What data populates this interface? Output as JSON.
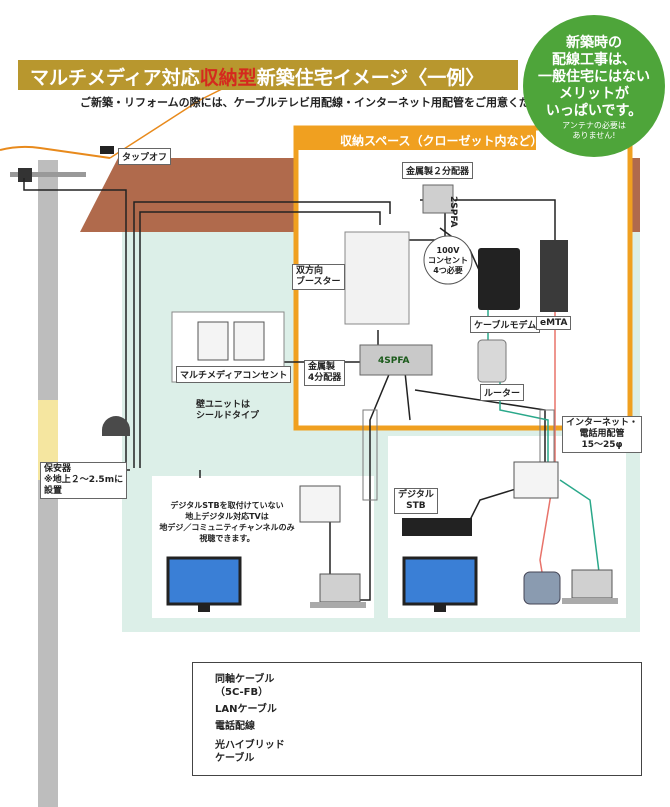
{
  "header": {
    "title_prefix": "マルチメディア対応",
    "title_highlight": "収納型",
    "title_suffix": "新築住宅イメージ〈一例〉",
    "subtitle": "ご新築・リフォームの際には、ケーブルテレビ用配線・インターネット用配管をご用意ください。"
  },
  "bubble": {
    "main": "新築時の\n配線工事は、\n一般住宅にはない\nメリットが\nいっぱいです。",
    "note": "アンテナの必要は\nありません!"
  },
  "labels": {
    "tap_off": "タップオフ",
    "storage_space": "収納スペース（クローゼット内など）",
    "splitter2": "金属製２分配器",
    "splitter2_code": "2SPFA",
    "booster": "双方向\nブースター",
    "outlet_100v": "100V\nコンセント\n4つ必要",
    "cable_modem": "ケーブルモデム",
    "emta": "eMTA",
    "splitter4": "金属製\n4分配器",
    "splitter4_code": "4SPFA",
    "router": "ルーター",
    "multimedia_outlet": "マルチメディアコンセント",
    "wall_unit": "壁ユニットは\nシールドタイプ",
    "protector": "保安器\n※地上２～2.5mに\n設置",
    "conduit": "インターネット・\n電話用配管\n15～25φ",
    "digital_stb": "デジタル\nSTB",
    "room_note": "デジタルSTBを取付けていない\n地上デジタル対応TVは\n地デジ／コミュニティチャンネルのみ\n視聴できます。"
  },
  "legend": [
    {
      "label": "同軸ケーブル\n（5C-FB）",
      "color": "#222222"
    },
    {
      "label": "LANケーブル",
      "color": "#2aa88a"
    },
    {
      "label": "電話配線",
      "color": "#e8736a"
    },
    {
      "label": "光ハイブリッド\nケーブル",
      "color": "#e88a1c"
    }
  ],
  "colors": {
    "title_band": "#b8972e",
    "house_wall": "#dcefe8",
    "roof": "#b06a4c",
    "storage_border": "#f0a020",
    "bubble": "#4ea53a"
  }
}
